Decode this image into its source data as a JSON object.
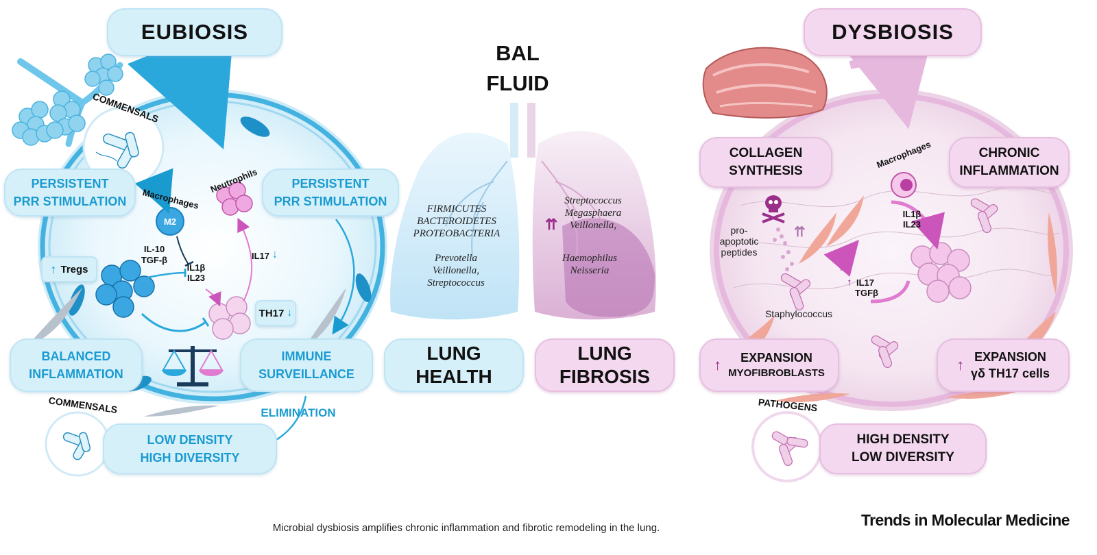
{
  "left": {
    "title": "EUBIOSIS",
    "commensals_top": "COMMENSALS",
    "prr_left": [
      "PERSISTENT",
      "PRR STIMULATION"
    ],
    "prr_right": [
      "PERSISTENT",
      "PRR STIMULATION"
    ],
    "macrophages": "Macrophages",
    "m2": "M2",
    "neutrophils": "Neutrophils",
    "il10": "IL-10",
    "tgfb": "TGF-β",
    "il1b": "IL1β",
    "il23": "IL23",
    "il17": "IL17",
    "tregs": "Tregs",
    "th17": "TH17",
    "balanced": [
      "BALANCED",
      "INFLAMMATION"
    ],
    "immune": [
      "IMMUNE",
      "SURVEILLANCE"
    ],
    "elimination": "ELIMINATION",
    "commensals_bottom": "COMMENSALS",
    "density": [
      "LOW DENSITY",
      "HIGH DIVERSITY"
    ]
  },
  "center": {
    "bal": [
      "BAL",
      "FLUID"
    ],
    "healthy_taxa_upper": [
      "FIRMICUTES",
      "BACTEROIDETES",
      "PROTEOBACTERIA"
    ],
    "healthy_taxa_lower": [
      "Prevotella",
      "Veillonella,",
      "Streptococcus"
    ],
    "fibrosis_taxa_upper": [
      "Streptococcus",
      "Megasphaera",
      "Veillonella,"
    ],
    "fibrosis_taxa_lower": [
      "Haemophilus",
      "Neisseria"
    ],
    "health": [
      "LUNG",
      "HEALTH"
    ],
    "fibrosis": [
      "LUNG",
      "FIBROSIS"
    ]
  },
  "right": {
    "title": "DYSBIOSIS",
    "collagen": [
      "COLLAGEN",
      "SYNTHESIS"
    ],
    "chronic": [
      "CHRONIC",
      "INFLAMMATION"
    ],
    "macrophages": "Macrophages",
    "il1b": "IL1β",
    "il23": "IL23",
    "pro_apoptotic": [
      "pro-",
      "apoptotic",
      "peptides"
    ],
    "il17": "IL17",
    "tgfb": "TGFβ",
    "staph": "Staphylococcus",
    "expansion_myo": [
      "EXPANSION",
      "MYOFIBROBLASTS"
    ],
    "expansion_gd": [
      "EXPANSION",
      "γδ TH17 cells"
    ],
    "pathogens": "PATHOGENS",
    "density": [
      "HIGH DENSITY",
      "LOW DIVERSITY"
    ]
  },
  "caption": "Microbial dysbiosis amplifies chronic inflammation and fibrotic remodeling in the lung.",
  "journal": "Trends in Molecular Medicine",
  "colors": {
    "eubiosis_accent": "#1a9bd0",
    "eubiosis_fill": "#d6f0fa",
    "dysbiosis_accent": "#b040a0",
    "dysbiosis_fill": "#f4d8ef"
  }
}
